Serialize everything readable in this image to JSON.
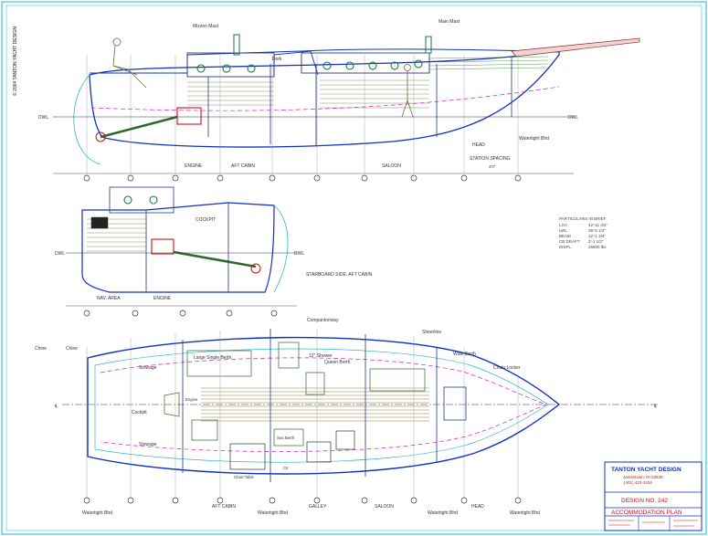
{
  "sheet": {
    "copyright": "© 2004 TANTON YACHT DESIGN"
  },
  "profile": {
    "mizzen_mast": "Mizzen Mast",
    "main_mast": "Main Mast",
    "dwl_left": "DWL",
    "dwl_right": "DWL",
    "dodger": "Dork",
    "watertight_bhd": "Watertight Bhd",
    "head": "HEAD",
    "station_spacing": "STATION SPACING",
    "station_dim": "4'0\"",
    "engine": "ENGINE",
    "aft_cabin": "AFT CABIN",
    "saloon": "SALOON"
  },
  "section": {
    "dwl_left": "DWL",
    "dwl_right": "DWL",
    "cockpit": "COCKPIT",
    "starboard_side": "STARBOARD SIDE: AFT CABIN",
    "nav_area": "NAV. AREA",
    "engine": "ENGINE"
  },
  "particulars": {
    "title": "PARTICULARS IN BRIEF",
    "rows": [
      {
        "k": "LOA",
        "v": "42'-11 3/4\""
      },
      {
        "k": "LWL",
        "v": "35'-0 1/2\""
      },
      {
        "k": "BEAM",
        "v": "12'-1 3/4\""
      },
      {
        "k": "CB DRAFT",
        "v": "3'-1 1/2\""
      },
      {
        "k": "DISPL.",
        "v": "26600 lbs"
      }
    ]
  },
  "plan": {
    "companionway": "Companionway",
    "chine_left_1": "Chine",
    "chine_left_2": "Chine",
    "sheerline": "Sheerline",
    "stowage_upper": "Stowage",
    "stowage_lower": "Stowage",
    "cockpit": "Cockpit",
    "large_single_berth": "Large Single Berth",
    "shower": "12\" Shower",
    "queen_berth": "Queen Berth",
    "v_berth": "Wide Berth",
    "chain_locker": "Chain Locker",
    "engine": "Engine",
    "sea_berth": "Sea Berth",
    "chart_table": "Chart Table",
    "galley_counter": "Ctr",
    "centerline_left": "℄",
    "centerline_right": "℄"
  },
  "bottom_labels": {
    "watertight_bhd_1": "Watertight Bhd",
    "aft_cabin": "AFT CABIN",
    "watertight_bhd_2": "Watertight Bhd",
    "galley": "GALLEY",
    "saloon": "SALOON",
    "watertight_bhd_3": "Watertight Bhd",
    "head": "HEAD",
    "watertight_bhd_4": "Watertight Bhd"
  },
  "title_block": {
    "firm": "TANTON YACHT DESIGN",
    "subline_1": "Jamestown, RI 02835",
    "subline_2": "(401) 423-1934",
    "design_no": "DESIGN NO. 242",
    "sheet_title": "ACCOMMODATION PLAN"
  }
}
